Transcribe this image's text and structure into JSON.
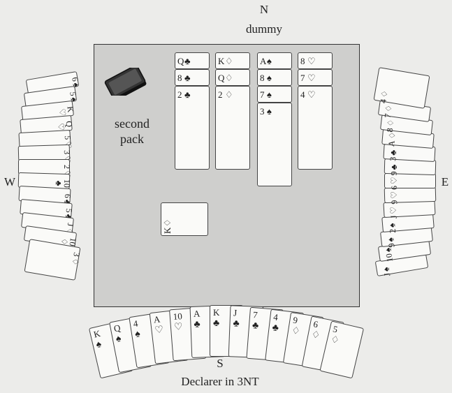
{
  "labels": {
    "north_letter": "N",
    "north_name": "dummy",
    "south_letter": "S",
    "south_name": "Declarer in 3NT",
    "west": "W",
    "east": "E",
    "pack": "second\npack",
    "pack_line1": "second",
    "pack_line2": "pack"
  },
  "suits": {
    "spade": "♠",
    "heart": "♡",
    "diamond": "♢",
    "club": "♣"
  },
  "dummy": [
    {
      "cards": [
        {
          "rank": "Q",
          "suit": "club"
        },
        {
          "rank": "8",
          "suit": "club"
        },
        {
          "rank": "2",
          "suit": "club"
        }
      ]
    },
    {
      "cards": [
        {
          "rank": "K",
          "suit": "diamond"
        },
        {
          "rank": "Q",
          "suit": "diamond"
        },
        {
          "rank": "2",
          "suit": "diamond"
        }
      ]
    },
    {
      "cards": [
        {
          "rank": "A",
          "suit": "spade"
        },
        {
          "rank": "8",
          "suit": "spade"
        },
        {
          "rank": "7",
          "suit": "spade"
        },
        {
          "rank": "3",
          "suit": "spade"
        }
      ]
    },
    {
      "cards": [
        {
          "rank": "8",
          "suit": "heart"
        },
        {
          "rank": "7",
          "suit": "heart"
        },
        {
          "rank": "4",
          "suit": "heart"
        }
      ]
    }
  ],
  "played": {
    "rank": "K",
    "suit": "diamond"
  },
  "south": [
    {
      "rank": "K",
      "suit": "spade"
    },
    {
      "rank": "Q",
      "suit": "spade"
    },
    {
      "rank": "4",
      "suit": "spade"
    },
    {
      "rank": "A",
      "suit": "heart"
    },
    {
      "rank": "10",
      "suit": "heart"
    },
    {
      "rank": "A",
      "suit": "club"
    },
    {
      "rank": "K",
      "suit": "club"
    },
    {
      "rank": "J",
      "suit": "club"
    },
    {
      "rank": "7",
      "suit": "club"
    },
    {
      "rank": "4",
      "suit": "club"
    },
    {
      "rank": "9",
      "suit": "diamond"
    },
    {
      "rank": "6",
      "suit": "diamond"
    },
    {
      "rank": "5",
      "suit": "diamond"
    }
  ],
  "west": [
    {
      "rank": "6",
      "suit": "spade"
    },
    {
      "rank": "5",
      "suit": "spade"
    },
    {
      "rank": "K",
      "suit": "heart"
    },
    {
      "rank": "Q",
      "suit": "heart"
    },
    {
      "rank": "5",
      "suit": "heart"
    },
    {
      "rank": "3",
      "suit": "heart"
    },
    {
      "rank": "2",
      "suit": "heart"
    },
    {
      "rank": "10",
      "suit": "club"
    },
    {
      "rank": "6",
      "suit": "club"
    },
    {
      "rank": "5",
      "suit": "club"
    },
    {
      "rank": "J",
      "suit": "diamond"
    },
    {
      "rank": "10",
      "suit": "diamond"
    },
    {
      "rank": "3",
      "suit": "diamond"
    }
  ],
  "east": [
    {
      "rank": "4",
      "suit": "diamond"
    },
    {
      "rank": "7",
      "suit": "diamond"
    },
    {
      "rank": "8",
      "suit": "diamond"
    },
    {
      "rank": "A",
      "suit": "diamond"
    },
    {
      "rank": "3",
      "suit": "club"
    },
    {
      "rank": "9",
      "suit": "club"
    },
    {
      "rank": "6",
      "suit": "heart"
    },
    {
      "rank": "9",
      "suit": "heart"
    },
    {
      "rank": "J",
      "suit": "heart"
    },
    {
      "rank": "2",
      "suit": "spade"
    },
    {
      "rank": "9",
      "suit": "spade"
    },
    {
      "rank": "10",
      "suit": "spade"
    },
    {
      "rank": "J",
      "suit": "spade"
    }
  ]
}
